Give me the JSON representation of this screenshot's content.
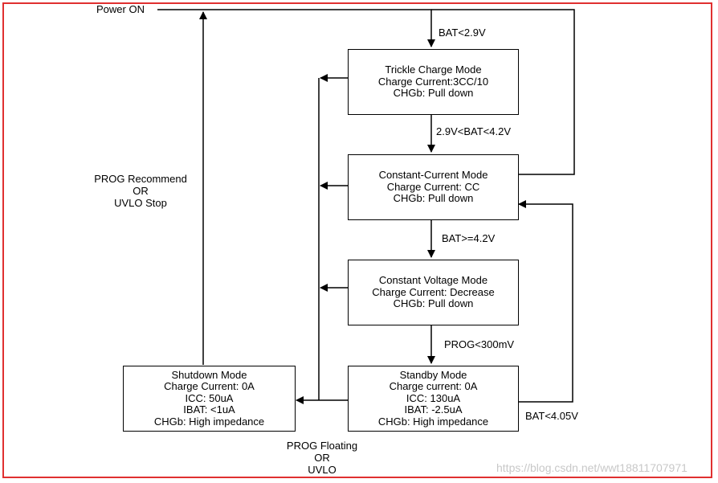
{
  "colors": {
    "frame": "#e03030",
    "line": "#000000",
    "watermark": "#c8c8c8"
  },
  "nodes": {
    "trickle": [
      "Trickle Charge Mode",
      "Charge Current:3CC/10",
      "CHGb: Pull down"
    ],
    "cc": [
      "Constant-Current Mode",
      "Charge Current: CC",
      "CHGb: Pull down"
    ],
    "cv": [
      "Constant Voltage Mode",
      "Charge Current: Decrease",
      "CHGb: Pull down"
    ],
    "standby": [
      "Standby Mode",
      "Charge current: 0A",
      "ICC: 130uA",
      "IBAT: -2.5uA",
      "CHGb: High impedance"
    ],
    "shutdown": [
      "Shutdown Mode",
      "Charge Current: 0A",
      "ICC: 50uA",
      "IBAT: <1uA",
      "CHGb: High impedance"
    ]
  },
  "labels": {
    "power_on": "Power ON",
    "bat_lt_29": "BAT<2.9V",
    "bat_29_42": "2.9V<BAT<4.2V",
    "bat_ge_42": "BAT>=4.2V",
    "prog_lt_300": "PROG<300mV",
    "bat_lt_405": "BAT<4.05V",
    "prog_recommend": [
      "PROG Recommend",
      "OR",
      "UVLO Stop"
    ],
    "prog_floating": [
      "PROG Floating",
      "OR",
      "UVLO"
    ]
  },
  "watermark": "https://blog.csdn.net/wwt18811707971"
}
